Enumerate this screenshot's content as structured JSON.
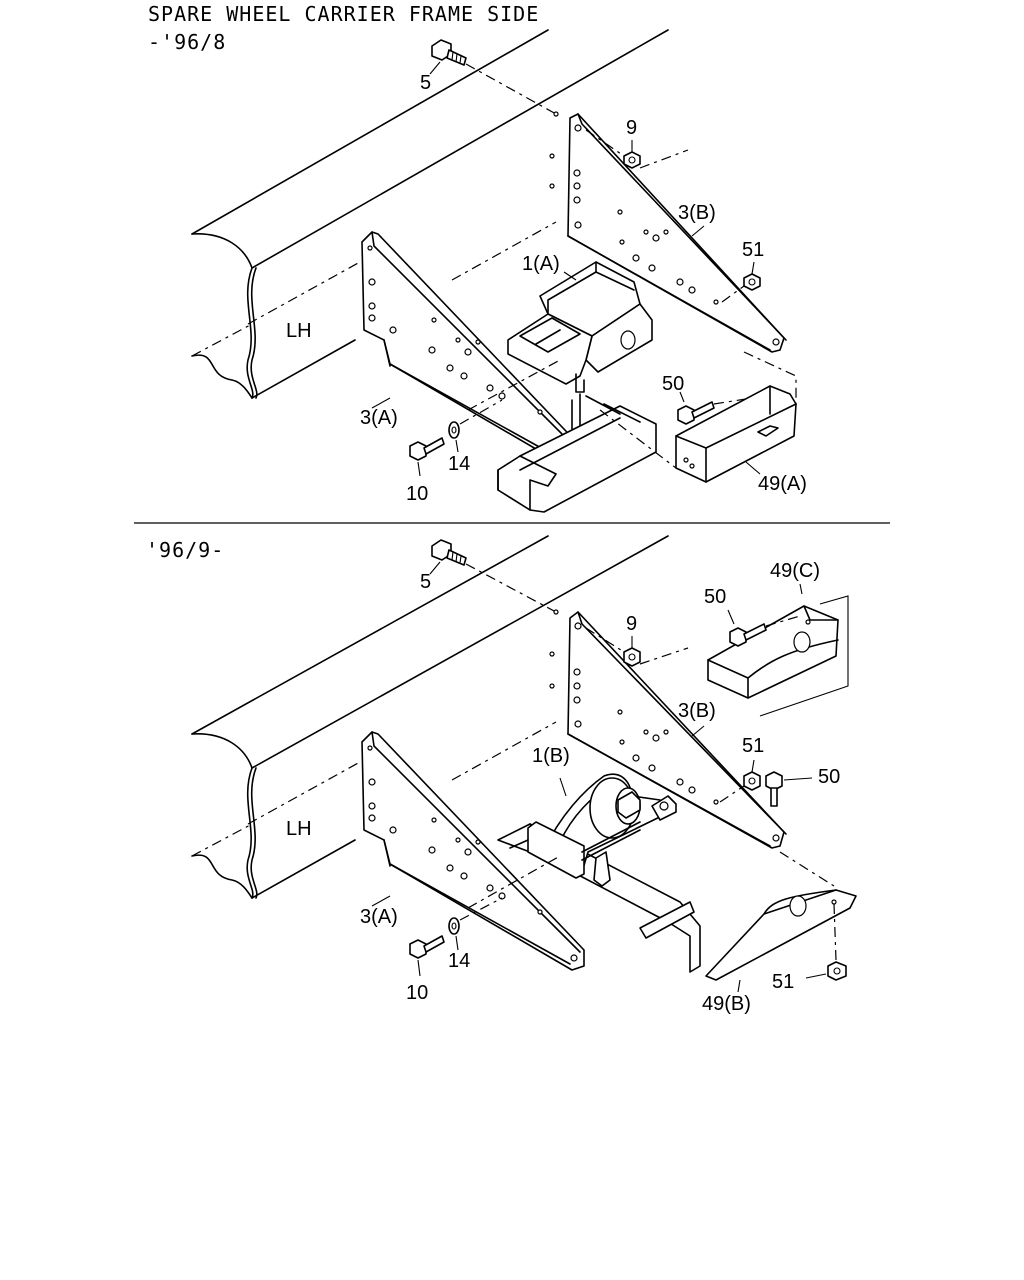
{
  "header": {
    "title": "SPARE WHEEL CARRIER FRAME SIDE",
    "range_top": "-'96/8",
    "range_bottom": "'96/9-"
  },
  "top_diagram": {
    "side_label": "LH",
    "callouts": {
      "c5": "5",
      "c9": "9",
      "c3b": "3(B)",
      "c51": "51",
      "c1a": "1(A)",
      "c50": "50",
      "c3a": "3(A)",
      "c14": "14",
      "c10": "10",
      "c49a": "49(A)"
    }
  },
  "bottom_diagram": {
    "side_label": "LH",
    "callouts": {
      "c5": "5",
      "c9": "9",
      "c49c": "49(C)",
      "c50a": "50",
      "c3b": "3(B)",
      "c51a": "51",
      "c50b": "50",
      "c1b": "1(B)",
      "c3a": "3(A)",
      "c14": "14",
      "c10": "10",
      "c51b": "51",
      "c49b": "49(B)"
    }
  }
}
